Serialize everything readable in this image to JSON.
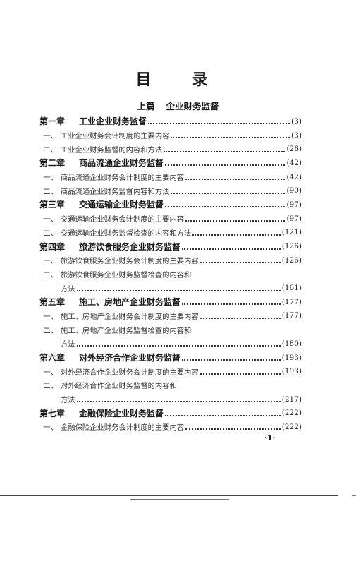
{
  "title": "目　录",
  "part": {
    "label": "上篇",
    "title": "企业财务监督"
  },
  "toc": [
    {
      "type": "chapter",
      "num": "第一章",
      "title": "工业企业财务监督",
      "page": "(3)"
    },
    {
      "type": "section",
      "num": "一、",
      "title": "工业企业财务会计制度的主要内容",
      "page": "(3)"
    },
    {
      "type": "section",
      "num": "二、",
      "title": "工业企业财务监督的内容和方法",
      "page": "(26)"
    },
    {
      "type": "chapter",
      "num": "第二章",
      "title": "商品流通企业财务监督",
      "page": "(42)"
    },
    {
      "type": "section",
      "num": "一、",
      "title": "商品流通企业财务会计制度的主要内容",
      "page": "(42)"
    },
    {
      "type": "section",
      "num": "二、",
      "title": "商品流通企业财务监督内容和方法",
      "page": "(90)"
    },
    {
      "type": "chapter",
      "num": "第三章",
      "title": "交通运输企业财务监督",
      "page": "(97)"
    },
    {
      "type": "section",
      "num": "一、",
      "title": "交通运输企业财务会计制度的主要内容",
      "page": "(97)"
    },
    {
      "type": "section",
      "num": "二、",
      "title": "交通运输企业财务监督检查的内容和方法",
      "page": "(121)"
    },
    {
      "type": "chapter",
      "num": "第四章",
      "title": "旅游饮食服务企业财务监督",
      "page": "(126)"
    },
    {
      "type": "section",
      "num": "一、",
      "title": "旅游饮食服务企业财务会计制度的主要内容",
      "page": "(126)"
    },
    {
      "type": "section",
      "num": "二、",
      "title": "旅游饮食服务企业财务监督检查的内容和",
      "page": ""
    },
    {
      "type": "cont",
      "num": "",
      "title": "方法",
      "page": "(161)"
    },
    {
      "type": "chapter",
      "num": "第五章",
      "title": "施工、房地产企业财务监督",
      "page": "(177)"
    },
    {
      "type": "section",
      "num": "一、",
      "title": "施工、房地产企业财务会计制度的主要内容",
      "page": "(177)"
    },
    {
      "type": "section",
      "num": "二、",
      "title": "施工、房地产企业财务监督检查的内容和",
      "page": ""
    },
    {
      "type": "cont",
      "num": "",
      "title": "方法",
      "page": "(180)"
    },
    {
      "type": "chapter",
      "num": "第六章",
      "title": "对外经济合作企业财务监督",
      "page": "(193)"
    },
    {
      "type": "section",
      "num": "一、",
      "title": "对外经济合作企业财务会计制度的主要内容",
      "page": "(193)"
    },
    {
      "type": "section",
      "num": "二、",
      "title": "对外经济合作企业财务监督的内容和",
      "page": ""
    },
    {
      "type": "cont",
      "num": "",
      "title": "方法",
      "page": "(217)"
    },
    {
      "type": "chapter",
      "num": "第七章",
      "title": "金融保险企业财务监督",
      "page": "(222)"
    },
    {
      "type": "section",
      "num": "一、",
      "title": "金融保险企业财务会计制度的主要内容",
      "page": "(222)"
    }
  ],
  "folio": "·1·"
}
